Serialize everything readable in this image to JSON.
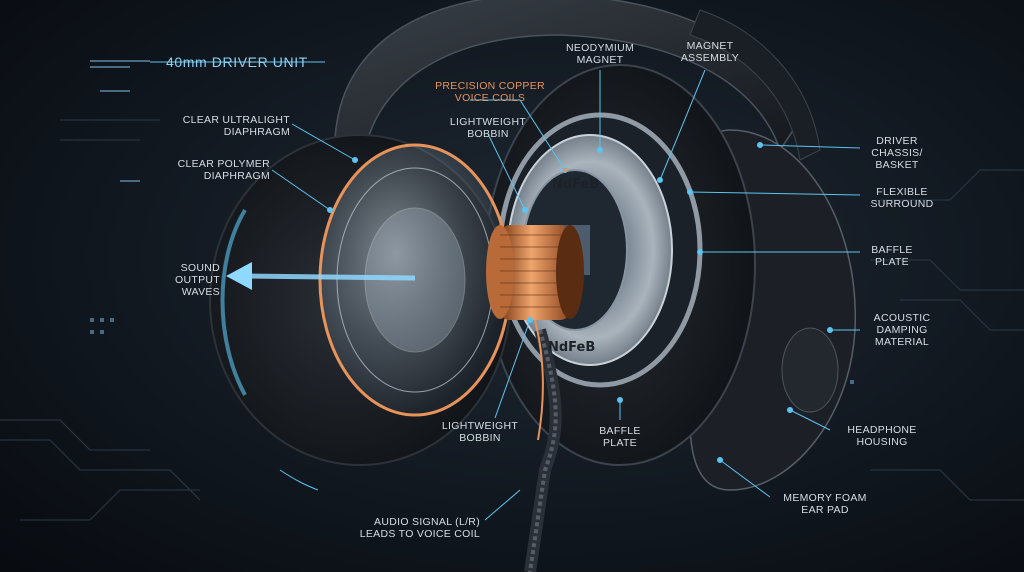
{
  "title": "40mm DRIVER UNIT",
  "labels": {
    "clear_ultralight_diaphragm": [
      "CLEAR ULTRALIGHT",
      "DIAPHRAGM"
    ],
    "clear_polymer_diaphragm": [
      "CLEAR POLYMER",
      "DIAPHRAGM"
    ],
    "sound_output_waves": [
      "SOUND",
      "OUTPUT",
      "WAVES"
    ],
    "precision_copper_voice_coils": [
      "PRECISION COPPER",
      "VOICE COILS"
    ],
    "lightweight_bobbin_top": [
      "LIGHTWEIGHT",
      "BOBBIN"
    ],
    "neodymium_magnet": [
      "NEODYMIUM",
      "MAGNET"
    ],
    "magnet_assembly": [
      "MAGNET",
      "ASSEMBLY"
    ],
    "driver_chassis_basket": [
      "DRIVER",
      "CHASSIS/",
      "BASKET"
    ],
    "flexible_surround": [
      "FLEXIBLE",
      "SURROUND"
    ],
    "baffle_plate_right": [
      "BAFFLE",
      "PLATE"
    ],
    "acoustic_damping_material": [
      "ACOUSTIC",
      "DAMPING",
      "MATERIAL"
    ],
    "headphone_housing": [
      "HEADPHONE",
      "HOUSING"
    ],
    "memory_foam_ear_pad": [
      "MEMORY FOAM",
      "EAR PAD"
    ],
    "baffle_plate_bottom": [
      "BAFFLE",
      "PLATE"
    ],
    "lightweight_bobbin_bottom": [
      "LIGHTWEIGHT",
      "BOBBIN"
    ],
    "audio_signal_leads": [
      "AUDIO SIGNAL (L/R)",
      "LEADS TO VOICE COIL"
    ]
  },
  "magnet_marks": {
    "top": "NdFeB",
    "bottom": "NdFeB"
  },
  "colors": {
    "accent_blue": "#5cc4f0",
    "copper": "#e7935a",
    "label": "#d6dde4"
  }
}
